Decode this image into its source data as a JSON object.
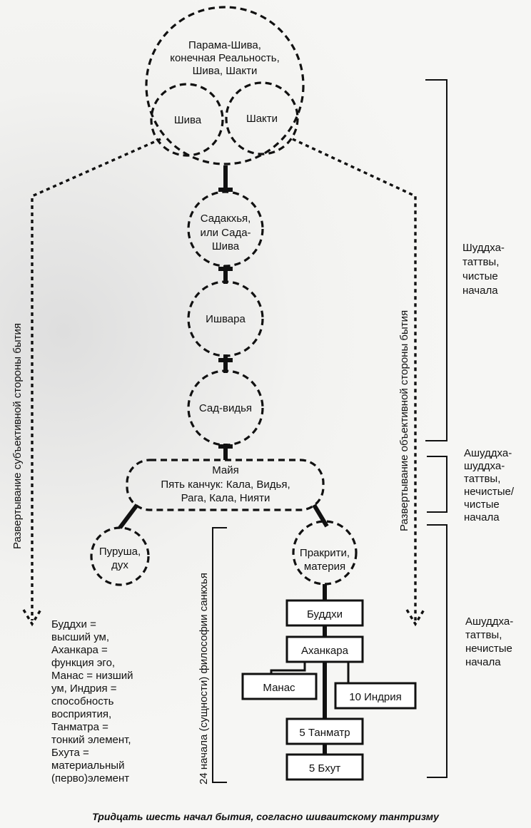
{
  "nodes": {
    "parama_line1": "Парама-Шива,",
    "parama_line2": "конечная Реальность,",
    "parama_line3": "Шива, Шакти",
    "shiva": "Шива",
    "shakti": "Шакти",
    "sadakhya_line1": "Садакхья,",
    "sadakhya_line2": "или Сада-",
    "sadakhya_line3": "Шива",
    "ishvara": "Ишвара",
    "sadvidya": "Сад-видья",
    "maya_line1": "Майя",
    "maya_line2": "Пять канчук: Кала, Видья,",
    "maya_line3": "Рага, Кала, Нияти",
    "purusha_line1": "Пуруша,",
    "purusha_line2": "дух",
    "prakriti_line1": "Пракрити,",
    "prakriti_line2": "материя",
    "buddhi": "Буддхи",
    "ahankara": "Аханкара",
    "manas": "Манас",
    "indriya": "10 Индрия",
    "tanmatr": "5 Танматр",
    "bhut": "5 Бхут"
  },
  "side_labels": {
    "left_vertical": "Развертывание субъективной стороны бытия",
    "right_vertical": "Развертывание объективной стороны бытия",
    "sankhya_vertical": "24 начала (сущности) философии санкхья"
  },
  "legend": {
    "line1": "Буддхи =",
    "line2": "высший ум,",
    "line3": "Аханкара =",
    "line4": "функция эго,",
    "line5": "Манас = низший",
    "line6": "ум, Индрия =",
    "line7": "способность",
    "line8": "восприятия,",
    "line9": "Танматра =",
    "line10": "тонкий элемент,",
    "line11": "Бхута =",
    "line12": "материальный",
    "line13": "(перво)элемент"
  },
  "brackets": {
    "shuddha_line1": "Шуддха-",
    "shuddha_line2": "таттвы,",
    "shuddha_line3": "чистые",
    "shuddha_line4": "начала",
    "mixed_line1": "Ашуддха-",
    "mixed_line2": "шуддха-",
    "mixed_line3": "таттвы,",
    "mixed_line4": "нечистые/",
    "mixed_line5": "чистые",
    "mixed_line6": "начала",
    "ashuddha_line1": "Ашуддха-",
    "ashuddha_line2": "таттвы,",
    "ashuddha_line3": "нечистые",
    "ashuddha_line4": "начала"
  },
  "caption": "Тридцать шесть начал бытия, согласно шиваитскому тантризму"
}
